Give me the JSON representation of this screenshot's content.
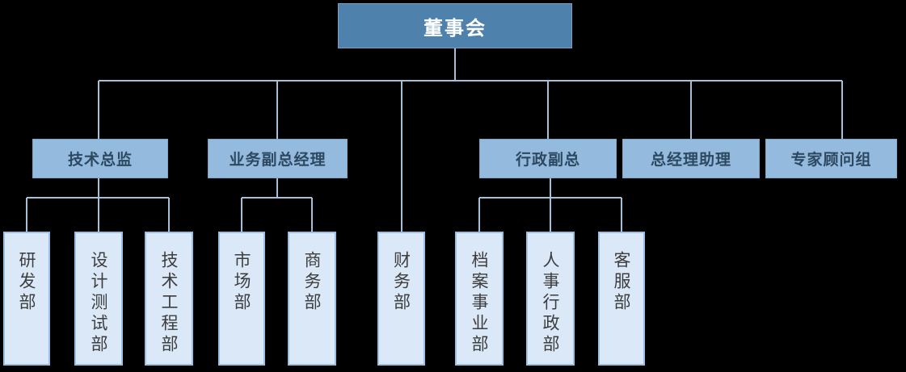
{
  "diagram_type": "org-chart",
  "hierarchy": {
    "label": "董事会",
    "children": [
      {
        "label": "技术总监",
        "children": [
          {
            "label": "研发部"
          },
          {
            "label": "设计测试部"
          },
          {
            "label": "技术工程部"
          }
        ]
      },
      {
        "label": "业务副总经理",
        "children": [
          {
            "label": "市场部"
          },
          {
            "label": "商务部"
          }
        ]
      },
      {
        "label": "财务部",
        "children": []
      },
      {
        "label": "行政副总",
        "children": [
          {
            "label": "档案事业部"
          },
          {
            "label": "人事行政部"
          },
          {
            "label": "客服部"
          }
        ]
      },
      {
        "label": "总经理助理",
        "children": []
      },
      {
        "label": "专家顾问组",
        "children": []
      }
    ]
  },
  "colors": {
    "background": "#000000",
    "root_fill": "#4e81ac",
    "root_text": "#ffffff",
    "level2_fill": "#94badd",
    "level2_text": "#2d4961",
    "level3_fill": "#dbe8f8",
    "level3_border": "#9cc0e4",
    "level3_text": "#3d3d3d",
    "connector": "#a6c0da"
  }
}
